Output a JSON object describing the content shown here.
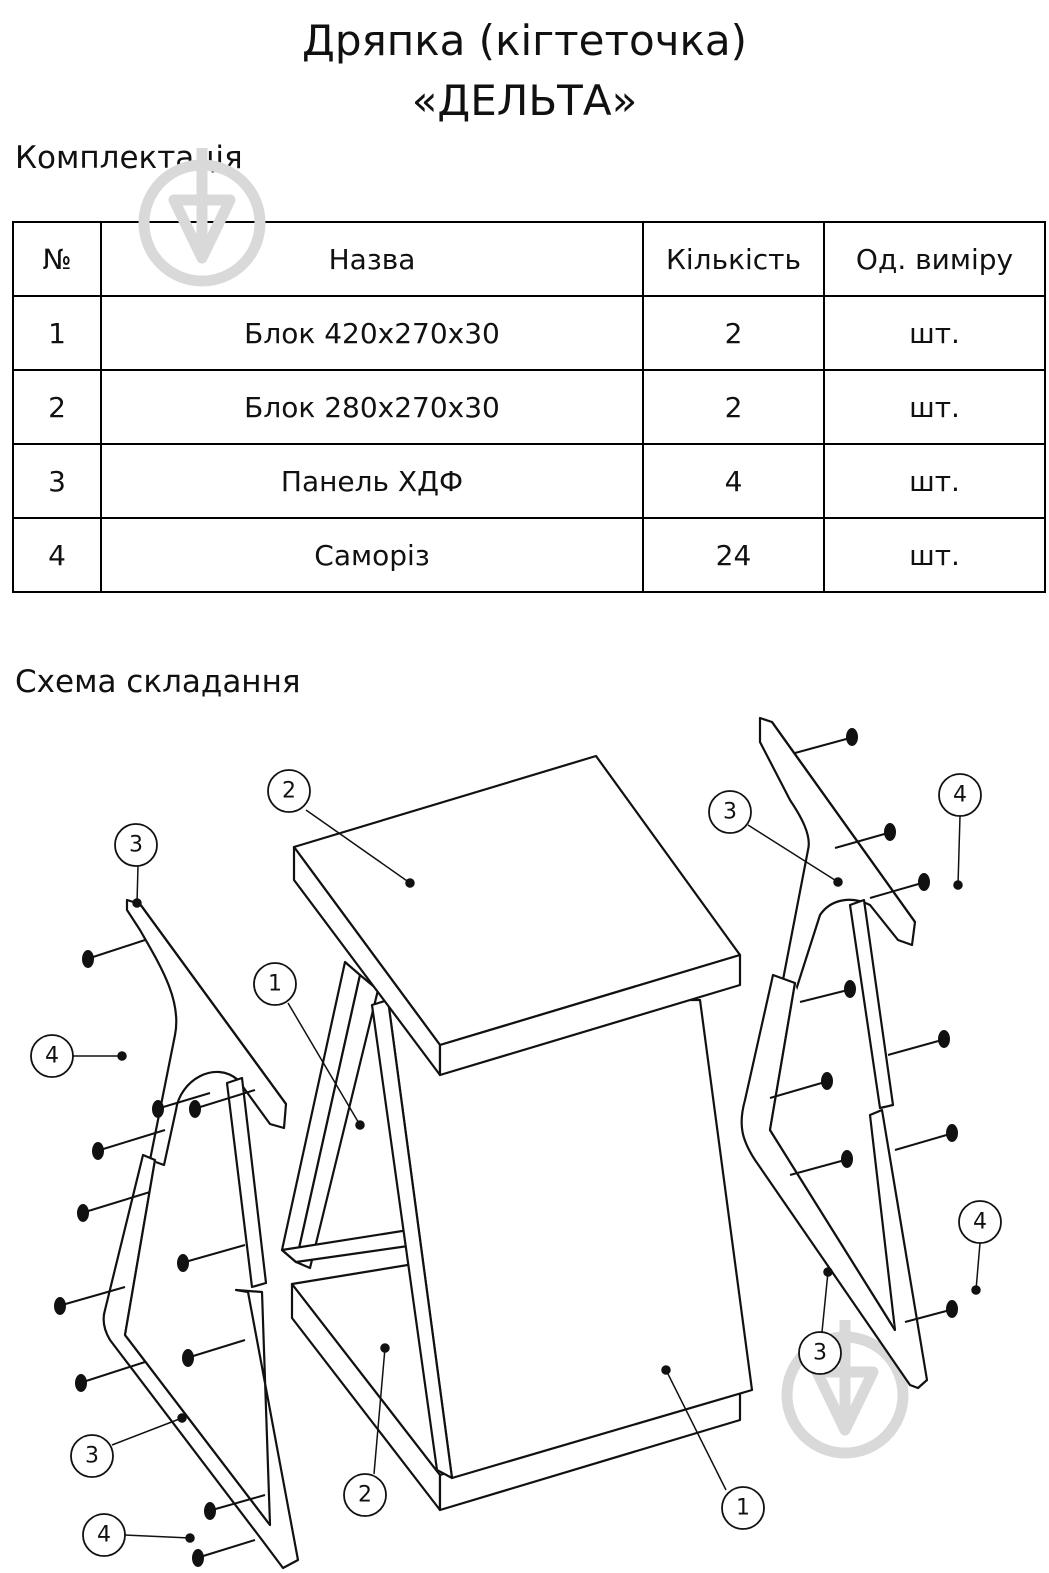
{
  "title_line1": "Дряпка (кігтеточка)",
  "title_line2": "«ДЕЛЬТА»",
  "kit_heading": "Комплектація",
  "table": {
    "headers": [
      "№",
      "Назва",
      "Кількість",
      "Од. виміру"
    ],
    "rows": [
      {
        "num": "1",
        "name": "Блок 420х270х30",
        "qty": "2",
        "unit": "шт."
      },
      {
        "num": "2",
        "name": "Блок 280х270х30",
        "qty": "2",
        "unit": "шт."
      },
      {
        "num": "3",
        "name": "Панель ХДФ",
        "qty": "4",
        "unit": "шт."
      },
      {
        "num": "4",
        "name": "Саморіз",
        "qty": "24",
        "unit": "шт."
      }
    ]
  },
  "assembly_heading": "Схема складання",
  "callouts": {
    "block_420": "1",
    "block_280": "2",
    "panel_hdf": "3",
    "screw": "4"
  }
}
